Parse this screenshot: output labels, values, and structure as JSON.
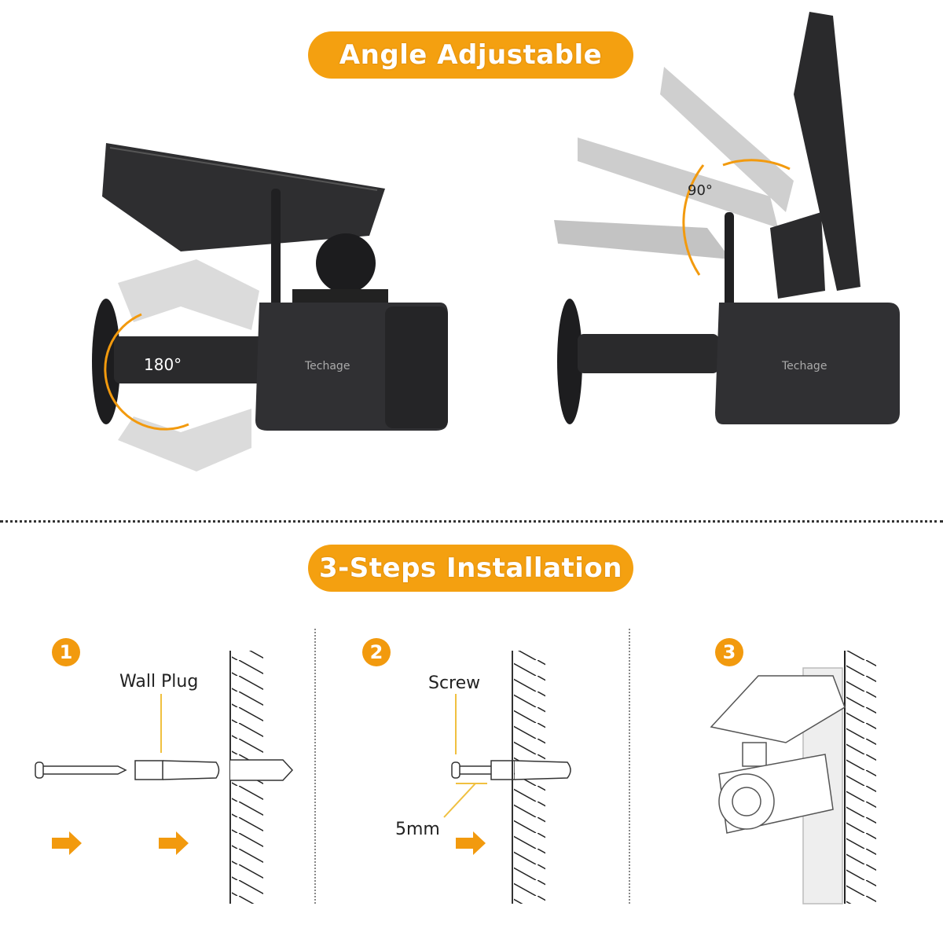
{
  "headers": {
    "angle": "Angle Adjustable",
    "install": "3-Steps Installation"
  },
  "angle_section": {
    "left_rotation": "180°",
    "right_rotation": "90°",
    "brand": "Techage"
  },
  "steps": [
    {
      "number": "1",
      "label": "Wall Plug"
    },
    {
      "number": "2",
      "label": "Screw",
      "dimension": "5mm"
    },
    {
      "number": "3"
    }
  ],
  "colors": {
    "accent": "#F4A010",
    "camera": "#2b2b2d"
  }
}
